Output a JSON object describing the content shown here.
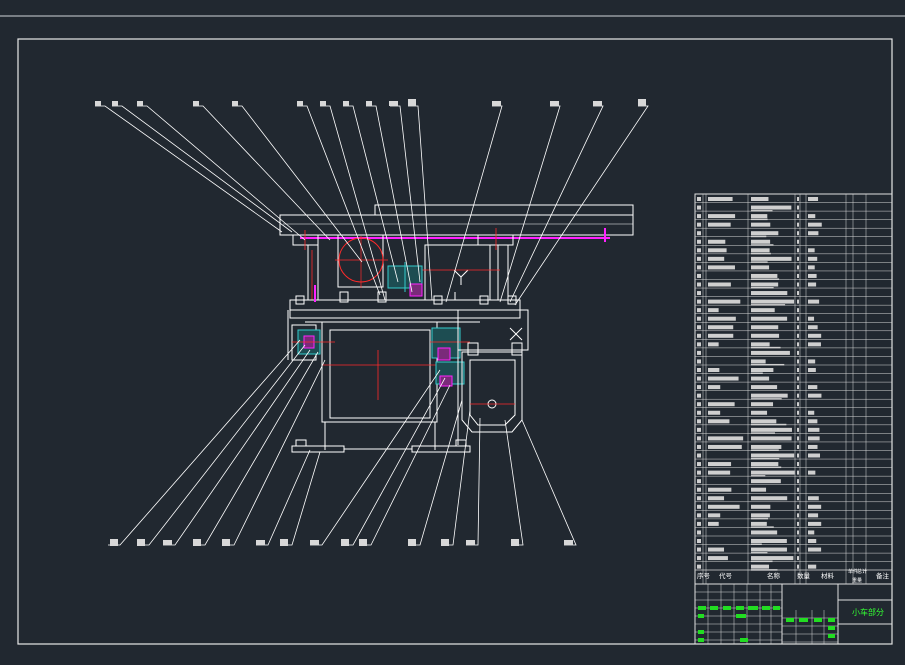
{
  "drawing": {
    "title_block": {
      "title": "小车部分"
    },
    "parts_table": {
      "header": {
        "index": "序号",
        "code": "代号",
        "name": "名称",
        "qty": "数量",
        "material": "材料",
        "unit_weight": "单件",
        "total_weight": "总计",
        "weight": "重量",
        "remarks": "备注"
      }
    }
  },
  "colors": {
    "background": "#212830",
    "line": "#ffffff",
    "magenta": "#ff22ff",
    "red": "#ff2a2a",
    "cyan": "#33cccc",
    "green": "#22dd22",
    "title_text": "#33ff33"
  }
}
